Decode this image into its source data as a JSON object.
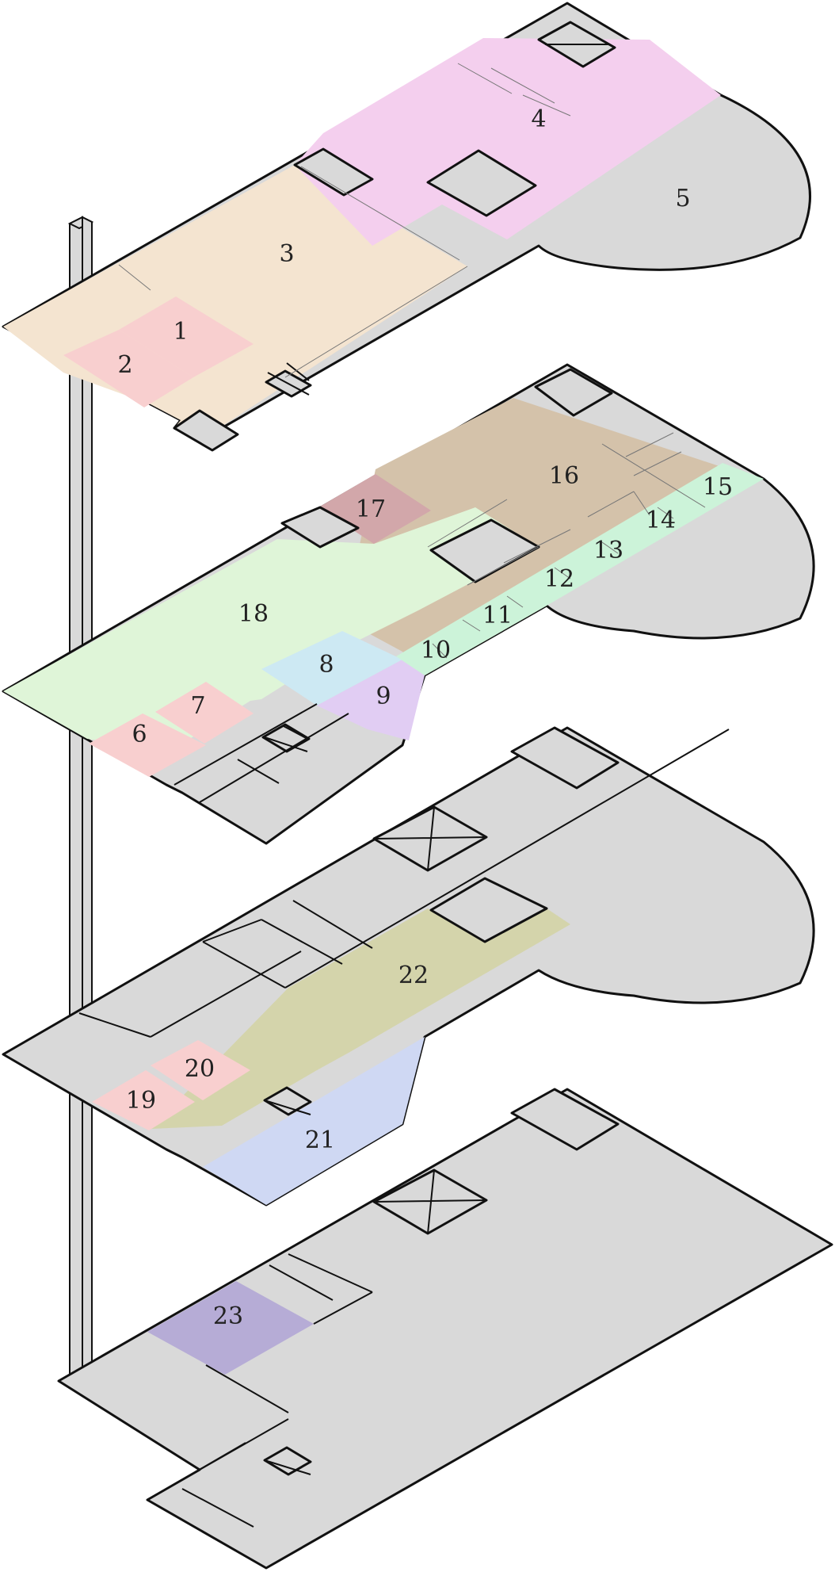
{
  "diagram": {
    "colors": {
      "slab": "#d9d9d9",
      "pink": "#f4cfee",
      "yellow": "#f2f2cf",
      "peach": "#f4e4d0",
      "rose": "#f8cfcf",
      "brown": "#d4c2aa",
      "darkrose": "#d2a7aa",
      "green": "#dff5d8",
      "mint": "#ccf3d9",
      "blue": "#cde9f3",
      "purple": "#e1cdf3",
      "olive": "#d4d4ab",
      "periwinkle": "#cfd8f3",
      "lavender": "#b6acd6",
      "post": "#d9d9d9"
    },
    "rooms": {
      "r1": "1",
      "r2": "2",
      "r3": "3",
      "r4": "4",
      "r5": "5",
      "r6": "6",
      "r7": "7",
      "r8": "8",
      "r9": "9",
      "r10": "10",
      "r11": "11",
      "r12": "12",
      "r13": "13",
      "r14": "14",
      "r15": "15",
      "r16": "16",
      "r17": "17",
      "r18": "18",
      "r19": "19",
      "r20": "20",
      "r21": "21",
      "r22": "22",
      "r23": "23"
    }
  }
}
